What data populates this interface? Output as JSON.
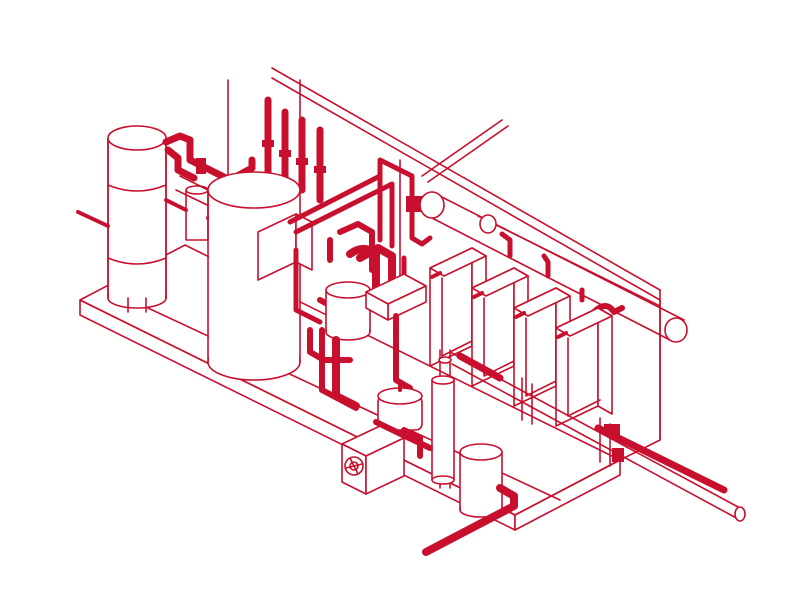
{
  "diagram": {
    "type": "isometric-line-illustration",
    "subject": "plant-room",
    "colors": {
      "ink": "#c8102e",
      "background": "#ffffff"
    },
    "components": {
      "boiler_count": 4,
      "expansion_vessels": 2,
      "storage_tanks": 2,
      "pumps": 1,
      "headers": 2
    }
  }
}
